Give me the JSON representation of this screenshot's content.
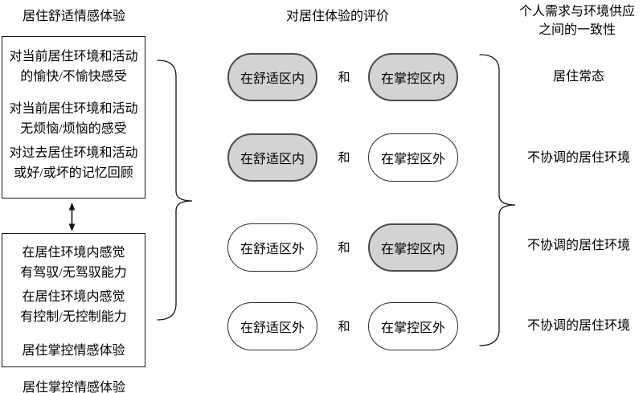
{
  "colors": {
    "oval_fill": "#d3d3d3",
    "line_color": "#151515"
  },
  "left_column": {
    "title": "居住舒适情感体验",
    "comfort_box": {
      "lines": [
        "对当前居住环境和活动",
        "的愉快/不愉快感受",
        "对当前居住环境和活动",
        "无烦恼/烦恼的感受",
        "对过去居住环境和活动",
        "或好/或坏的记忆回顾"
      ]
    },
    "mastery_box": {
      "lines": [
        "在居住环境内感觉",
        "有驾驭/无驾驭能力",
        "在居住环境内感觉",
        "有控制/无控制能力",
        "居住掌控情感体验"
      ]
    },
    "caption": "居住掌控情感体验"
  },
  "center_column": {
    "title": "对居住体验的评价",
    "rows": [
      {
        "left": {
          "label": "在舒适区内",
          "variant": "filled"
        },
        "conjunction": "和",
        "right": {
          "label": "在掌控区内",
          "variant": "filled"
        }
      },
      {
        "left": {
          "label": "在舒适区内",
          "variant": "filled"
        },
        "conjunction": "和",
        "right": {
          "label": "在掌控区外",
          "variant": "outline"
        }
      },
      {
        "left": {
          "label": "在舒适区外",
          "variant": "outline"
        },
        "conjunction": "和",
        "right": {
          "label": "在掌控区内",
          "variant": "filled"
        }
      },
      {
        "left": {
          "label": "在舒适区外",
          "variant": "outline"
        },
        "conjunction": "和",
        "right": {
          "label": "在掌控区外",
          "variant": "outline"
        }
      }
    ]
  },
  "right_column": {
    "title_lines": [
      "个人需求与环境供应",
      "之间的一致性"
    ],
    "rows": [
      "居住常态",
      "不协调的居住环境",
      "不协调的居住环境",
      "不协调的居住环境"
    ]
  }
}
